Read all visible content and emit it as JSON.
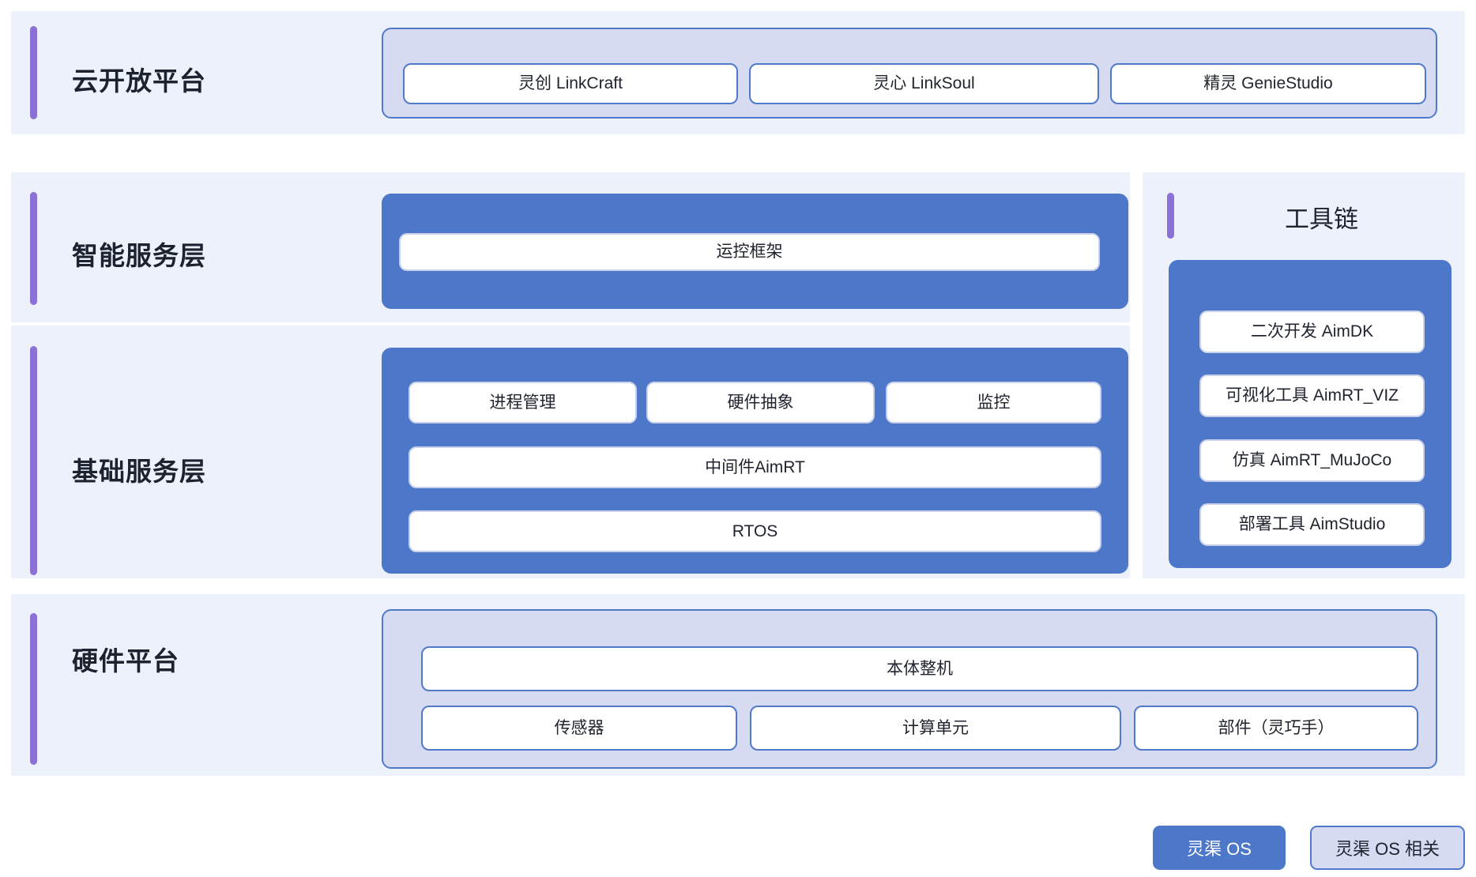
{
  "rows": [
    {
      "label": "云开放平台",
      "items": [
        "灵创 LinkCraft",
        "灵心 LinkSoul",
        "精灵 GenieStudio"
      ]
    },
    {
      "label": "智能服务层",
      "items": [
        "运控框架"
      ]
    },
    {
      "label": "基础服务层",
      "top_items": [
        "进程管理",
        "硬件抽象",
        "监控"
      ],
      "middle_item": "中间件AimRT",
      "bottom_item": "RTOS"
    },
    {
      "label": "硬件平台",
      "wide_item": "本体整机",
      "items": [
        "传感器",
        "计算单元",
        "部件（灵巧手）"
      ]
    }
  ],
  "toolchain": {
    "title": "工具链",
    "items": [
      "二次开发 AimDK",
      "可视化工具 AimRT_VIZ",
      "仿真 AimRT_MuJoCo",
      "部署工具 AimStudio"
    ]
  },
  "legend": {
    "solid_label": "灵渠 OS",
    "light_label": "灵渠 OS 相关"
  },
  "colors": {
    "band_bg": "#edf1fc",
    "accent_purple": "#8b70d6",
    "solid_blue": "#4d77c8",
    "lavender": "#d6dbf2",
    "border_blue": "#4f79c9",
    "text_dark": "#1d2231"
  }
}
